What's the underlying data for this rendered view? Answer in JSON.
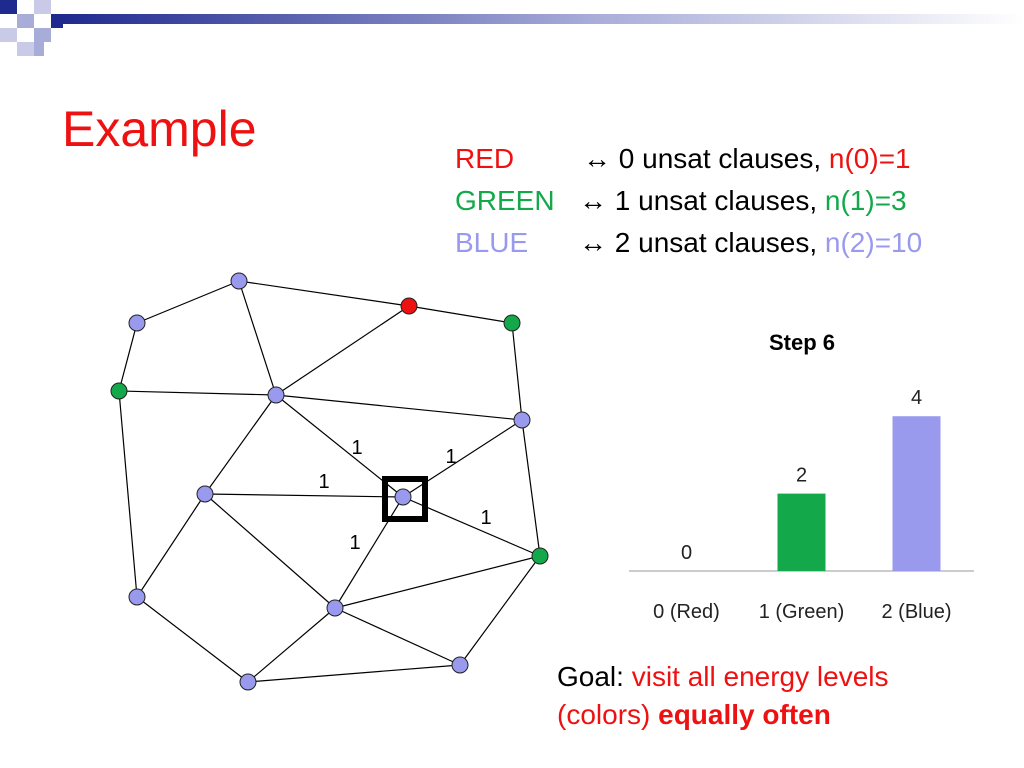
{
  "slide": {
    "title": "Example",
    "colors": {
      "red": "#ee1111",
      "green": "#13a84a",
      "blue": "#9999ee",
      "node_red": "#ee1111",
      "node_green": "#13a84a",
      "node_blue": "#9999ee"
    }
  },
  "legend": {
    "rows": [
      {
        "color_name": "RED",
        "arrow": "↔",
        "text": "0 unsat clauses,",
        "count": "n(0)=1",
        "color": "red"
      },
      {
        "color_name": "GREEN",
        "arrow": "↔",
        "text": "1 unsat clauses,",
        "count": "n(1)=3",
        "color": "green"
      },
      {
        "color_name": "BLUE",
        "arrow": "↔",
        "text": "2 unsat clauses,",
        "count": "n(2)=10",
        "color": "blue"
      }
    ]
  },
  "graph": {
    "nodes": [
      {
        "id": "n1",
        "color": "blue"
      },
      {
        "id": "n2",
        "color": "blue"
      },
      {
        "id": "n3",
        "color": "red"
      },
      {
        "id": "n4",
        "color": "green"
      },
      {
        "id": "n5",
        "color": "green"
      },
      {
        "id": "n6",
        "color": "blue"
      },
      {
        "id": "n7",
        "color": "blue"
      },
      {
        "id": "n8",
        "color": "blue"
      },
      {
        "id": "n9",
        "color": "blue",
        "selected": true
      },
      {
        "id": "n10",
        "color": "green"
      },
      {
        "id": "n11",
        "color": "blue"
      },
      {
        "id": "n12",
        "color": "blue"
      },
      {
        "id": "n13",
        "color": "blue"
      },
      {
        "id": "n14",
        "color": "blue"
      }
    ],
    "edges": [
      [
        "n1",
        "n2"
      ],
      [
        "n1",
        "n5"
      ],
      [
        "n2",
        "n6"
      ],
      [
        "n2",
        "n3"
      ],
      [
        "n3",
        "n6"
      ],
      [
        "n3",
        "n4"
      ],
      [
        "n4",
        "n7"
      ],
      [
        "n5",
        "n6"
      ],
      [
        "n5",
        "n11"
      ],
      [
        "n6",
        "n7"
      ],
      [
        "n6",
        "n8"
      ],
      [
        "n6",
        "n9"
      ],
      [
        "n7",
        "n9"
      ],
      [
        "n7",
        "n10"
      ],
      [
        "n8",
        "n9"
      ],
      [
        "n8",
        "n11"
      ],
      [
        "n8",
        "n12"
      ],
      [
        "n9",
        "n10"
      ],
      [
        "n9",
        "n12"
      ],
      [
        "n10",
        "n12"
      ],
      [
        "n10",
        "n14"
      ],
      [
        "n11",
        "n13"
      ],
      [
        "n12",
        "n13"
      ],
      [
        "n12",
        "n14"
      ],
      [
        "n13",
        "n14"
      ]
    ],
    "edge_labels": [
      "1",
      "1",
      "1",
      "1",
      "1"
    ]
  },
  "chart_data": {
    "type": "bar",
    "title": "Step 6",
    "categories": [
      "0 (Red)",
      "1 (Green)",
      "2 (Blue)"
    ],
    "values": [
      0,
      2,
      4
    ],
    "bar_colors": [
      "#ee1111",
      "#13a84a",
      "#9999ee"
    ],
    "ylim": [
      0,
      4.6
    ],
    "grid": false,
    "xlabel": "",
    "ylabel": ""
  },
  "goal": {
    "prefix": "Goal:",
    "highlight": "visit all energy levels",
    "line2": "(colors)",
    "bold": "equally often"
  }
}
